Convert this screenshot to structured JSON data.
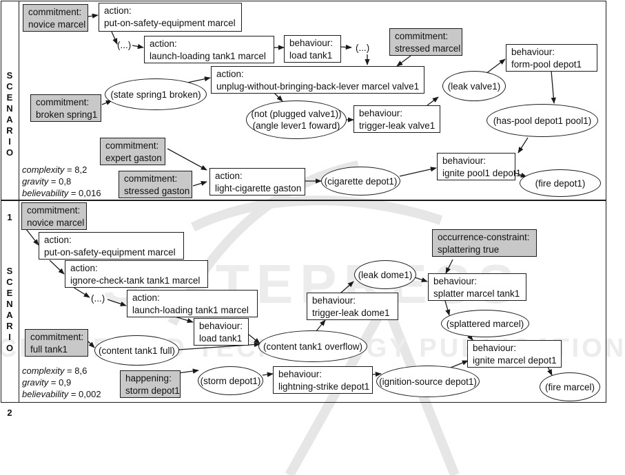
{
  "watermark": {
    "line1": "SCITEPRESS",
    "line2": "SCIENCE AND TECHNOLOGY PUBLICATIONS"
  },
  "scenarios": [
    {
      "label": "SCENARIO",
      "number": "1",
      "metrics": {
        "complexity_label": "complexity",
        "complexity_value": "8,2",
        "gravity_label": "gravity",
        "gravity_value": "0,8",
        "believability_label": "believability",
        "believability_value": "0,016"
      },
      "nodes": {
        "c_novice": {
          "kind": "commitment:",
          "text": "novice marcel"
        },
        "a_safety": {
          "kind": "action:",
          "text": "put-on-safety-equipment marcel"
        },
        "dots1": "(...)",
        "a_launch": {
          "kind": "action:",
          "text": "launch-loading tank1 marcel"
        },
        "b_load": {
          "kind": "behaviour:",
          "text": "load tank1"
        },
        "dots2": "(...)",
        "c_stressed_marcel": {
          "kind": "commitment:",
          "text": "stressed marcel"
        },
        "a_unplug": {
          "kind": "action:",
          "text": "unplug-without-bringing-back-lever marcel valve1"
        },
        "s_spring": "(state spring1 broken)",
        "c_broken": {
          "kind": "commitment:",
          "text": "broken spring1"
        },
        "s_notplugged_1": "(not (plugged valve1))",
        "s_notplugged_2": "(angle lever1 foward)",
        "b_trigger": {
          "kind": "behaviour:",
          "text": "trigger-leak valve1"
        },
        "s_leak": "(leak valve1)",
        "b_formpool": {
          "kind": "behaviour:",
          "text": "form-pool depot1"
        },
        "s_haspool": "(has-pool depot1 pool1)",
        "c_expert": {
          "kind": "commitment:",
          "text": "expert gaston"
        },
        "c_stressed_gaston": {
          "kind": "commitment:",
          "text": "stressed gaston"
        },
        "a_cigarette": {
          "kind": "action:",
          "text": "light-cigarette gaston"
        },
        "s_cigarette": "(cigarette depot1)",
        "b_ignite": {
          "kind": "behaviour:",
          "text": "ignite pool1 depot1"
        },
        "s_fire": "(fire depot1)"
      }
    },
    {
      "label": "SCENARIO",
      "number": "2",
      "metrics": {
        "complexity_label": "complexity",
        "complexity_value": "8,6",
        "gravity_label": "gravity",
        "gravity_value": "0,9",
        "believability_label": "believability",
        "believability_value": "0,002"
      },
      "nodes": {
        "c_novice": {
          "kind": "commitment:",
          "text": "novice marcel"
        },
        "a_safety": {
          "kind": "action:",
          "text": "put-on-safety-equipment marcel"
        },
        "a_ignore": {
          "kind": "action:",
          "text": "ignore-check-tank tank1 marcel"
        },
        "dots1": "(...)",
        "a_launch": {
          "kind": "action:",
          "text": "launch-loading tank1 marcel"
        },
        "b_load": {
          "kind": "behaviour:",
          "text": "load tank1"
        },
        "c_full": {
          "kind": "commitment:",
          "text": "full tank1"
        },
        "s_full": "(content tank1 full)",
        "s_overflow": "(content tank1 overflow)",
        "b_trigger": {
          "kind": "behaviour:",
          "text": "trigger-leak dome1"
        },
        "s_leak": "(leak dome1)",
        "oc_splatter": {
          "kind": "occurrence-constraint:",
          "text": "splattering true"
        },
        "b_splatter": {
          "kind": "behaviour:",
          "text": "splatter marcel tank1"
        },
        "s_splattered": "(splattered marcel)",
        "b_ignite": {
          "kind": "behaviour:",
          "text": "ignite marcel depot1"
        },
        "s_fire": "(fire marcel)",
        "h_storm": {
          "kind": "happening:",
          "text": "storm depot1"
        },
        "s_storm": "(storm depot1)",
        "b_lightning": {
          "kind": "behaviour:",
          "text": "lightning-strike depot1"
        },
        "s_ignition": "(ignition-source depot1)"
      }
    }
  ],
  "colors": {
    "stroke": "#1a1a1a",
    "fixed_fill": "#c8c8c8",
    "node_fill": "#ffffff"
  }
}
